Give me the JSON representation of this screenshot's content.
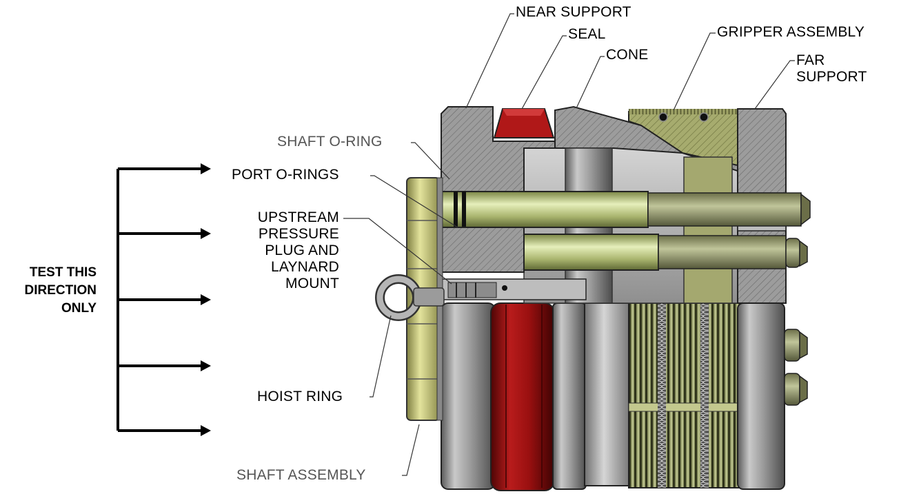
{
  "direction_note": {
    "lines": [
      "TEST THIS",
      "DIRECTION",
      "ONLY"
    ]
  },
  "callouts": {
    "near_support": "NEAR SUPPORT",
    "seal": "SEAL",
    "cone": "CONE",
    "gripper_assembly": "GRIPPER ASSEMBLY",
    "far_support": [
      "FAR",
      "SUPPORT"
    ],
    "shaft_o_ring": "SHAFT O-RING",
    "port_o_rings": "PORT O-RINGS",
    "upstream_pressure_plug": [
      "UPSTREAM",
      "PRESSURE",
      "PLUG AND",
      "LAYNARD",
      "MOUNT"
    ],
    "hoist_ring": "HOIST RING",
    "shaft_assembly": "SHAFT ASSEMBLY"
  },
  "colors": {
    "seal_red": "#b01818",
    "steel_grey": "#8a8a8a",
    "hatch_grey": "#9a9a9a",
    "gripper_olive": "#9ea46a",
    "shaft_green": "#b8c48a",
    "nut_olive": "#c2c27c",
    "arrow_black": "#000000"
  }
}
